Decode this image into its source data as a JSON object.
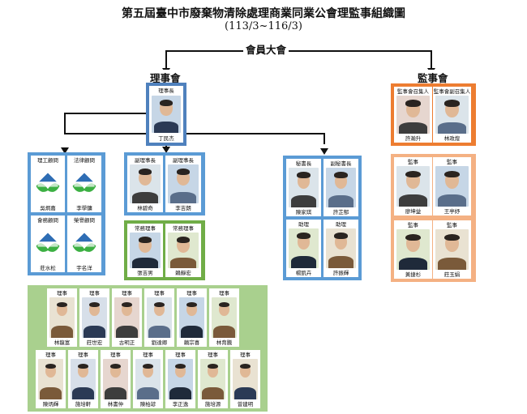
{
  "title": "第五屆臺中市廢棄物清除處理商業同業公會理監事組織圖",
  "subtitle": "(113/3~116/3)",
  "top_node": "會員大會",
  "board_label": "理事會",
  "supervisor_label": "監事會",
  "chairman": {
    "role": "理事長",
    "name": "丁民杰"
  },
  "advisors": [
    {
      "role": "理工顧問",
      "name": "吳炯嘉"
    },
    {
      "role": "法律顧問",
      "name": "李學鏞"
    },
    {
      "role": "會務顧問",
      "name": "莊水松"
    },
    {
      "role": "榮譽顧問",
      "name": "宇名洋"
    }
  ],
  "vice_chairs": [
    {
      "role": "副理事長",
      "name": "林碧奇"
    },
    {
      "role": "副理事長",
      "name": "李吉朗"
    }
  ],
  "standing_directors": [
    {
      "role": "常務理事",
      "name": "張吉男"
    },
    {
      "role": "常務理事",
      "name": "賴靜宏"
    }
  ],
  "secretaries": [
    {
      "role": "秘書長",
      "name": "陳家琪"
    },
    {
      "role": "副秘書長",
      "name": "許芷郁"
    },
    {
      "role": "助理",
      "name": "楊凱卉"
    },
    {
      "role": "助理",
      "name": "許振輝"
    }
  ],
  "supervisor_heads": [
    {
      "role": "監事會召集人",
      "name": "許瀚升"
    },
    {
      "role": "監事會副召集人",
      "name": "林政煌"
    }
  ],
  "supervisors": [
    {
      "role": "監事",
      "name": "廖坤益"
    },
    {
      "role": "監事",
      "name": "王亭妤"
    },
    {
      "role": "監事",
      "name": "黃捷杉"
    },
    {
      "role": "監事",
      "name": "莊玉娟"
    }
  ],
  "directors_row1": [
    {
      "role": "理事",
      "name": "林龍富"
    },
    {
      "role": "理事",
      "name": "莊世宏"
    },
    {
      "role": "理事",
      "name": "古明正"
    },
    {
      "role": "理事",
      "name": "劉達卿"
    },
    {
      "role": "理事",
      "name": "賴宗喜"
    },
    {
      "role": "理事",
      "name": "林育騰"
    }
  ],
  "directors_row2": [
    {
      "role": "理事",
      "name": "陳炳輝"
    },
    {
      "role": "理事",
      "name": "施培軒"
    },
    {
      "role": "理事",
      "name": "林書仲"
    },
    {
      "role": "理事",
      "name": "陳柏諺"
    },
    {
      "role": "理事",
      "name": "李正逸"
    },
    {
      "role": "理事",
      "name": "施培源"
    },
    {
      "role": "理事",
      "name": "曾建明"
    }
  ],
  "colors": {
    "blue": "#4f81bd",
    "blue_light": "#5b9bd5",
    "green": "#70ad47",
    "green_light": "#a9d08e",
    "orange": "#ed7d31",
    "orange_light": "#f4b183"
  }
}
